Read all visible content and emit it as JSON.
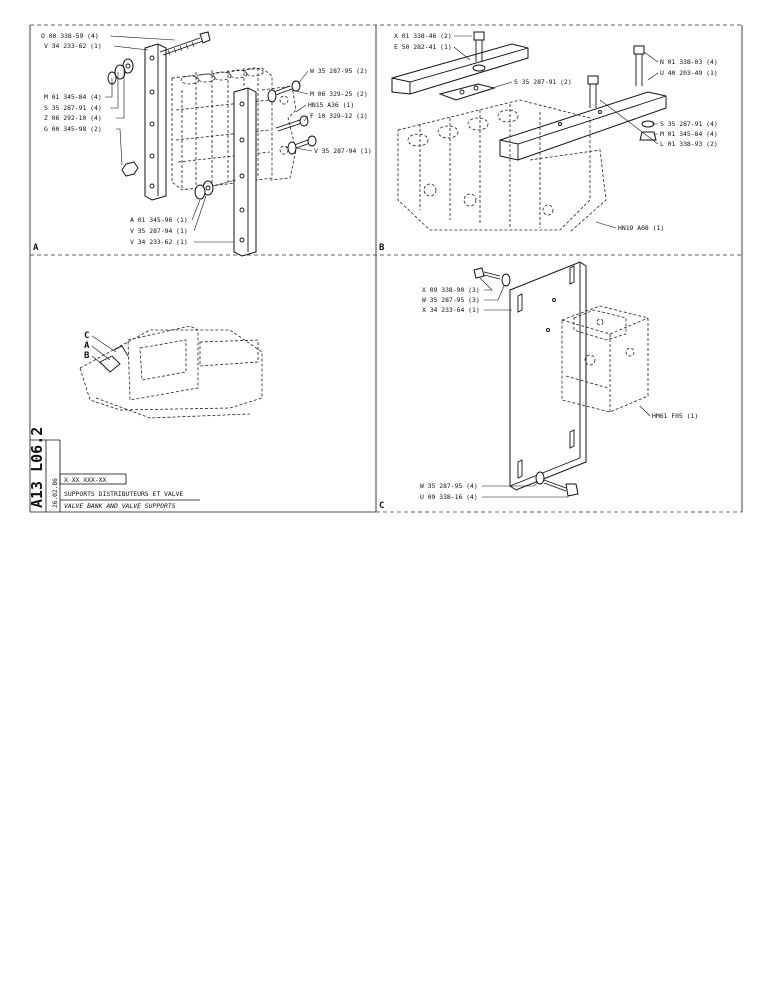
{
  "panel_a": {
    "letter": "A",
    "labels": [
      "O 00 338-59 (4)",
      "V 34 233-62 (1)",
      "M 01 345-84 (4)",
      "S 35 287-91 (4)",
      "Z 06 292-10 (4)",
      "G 00 345-98 (2)",
      "W 35 287-95 (2)",
      "M 06 329-25 (2)",
      "HN15 A36 (1)",
      "F 10 329-12 (1)",
      "V 35 287-94 (1)",
      "A 01 345-96 (1)",
      "V 35 287-94 (1)",
      "V 34 233-62 (1)"
    ]
  },
  "panel_b": {
    "letter": "B",
    "labels": [
      "X 01 338-46 (2)",
      "E 50 282-41 (1)",
      "S 35 287-91 (2)",
      "N 01 338-03 (4)",
      "U 40 203-49 (1)",
      "S 35 287-91 (4)",
      "M 01 345-84 (4)",
      "L 01 338-93 (2)",
      "HN19 A08 (1)"
    ]
  },
  "panel_c": {
    "letter": "C",
    "labels": [
      "X 09 338-90 (3)",
      "W 35 287-95 (3)",
      "X 34 233-64 (1)",
      "HM61 F05 (1)",
      "W 35 287-95 (4)",
      "U 09 338-16 (4)"
    ]
  },
  "locator": {
    "letters": [
      "C",
      "A",
      "B"
    ]
  },
  "title_block": {
    "code_vertical": "A13 L06.2",
    "date_vertical": "26.02.86",
    "part_number": "X XX XXX-XX",
    "title_fr": "SUPPORTS DISTRIBUTEURS ET VALVE",
    "title_en": "VALVE BANK AND VALVE SUPPORTS"
  }
}
